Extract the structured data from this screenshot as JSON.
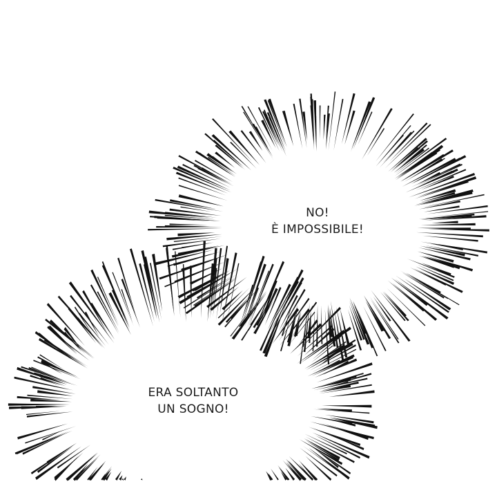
{
  "bubbles": [
    {
      "lines": [
        "NO!",
        "È IMPOSSIBILE!"
      ]
    },
    {
      "lines": [
        "ERA SOLTANTO",
        "UN SOGNO!"
      ]
    }
  ],
  "colors": {
    "background": "#ffffff",
    "ink": "#111111"
  }
}
